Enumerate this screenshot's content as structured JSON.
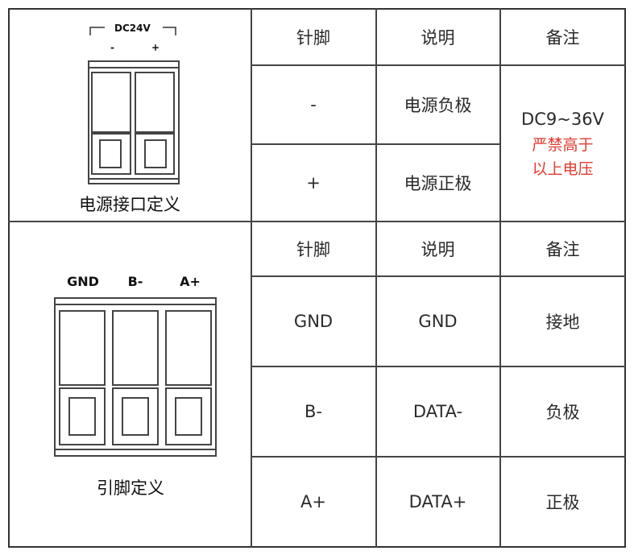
{
  "power": {
    "connector_label": "DC24V",
    "minus": "-",
    "plus": "+",
    "caption": "电源接口定义",
    "headers": [
      "针脚",
      "说明",
      "备注"
    ],
    "rows": [
      {
        "pin": "-",
        "desc": "电源负极"
      },
      {
        "pin": "+",
        "desc": "电源正极"
      }
    ],
    "note_main": "DC9~36V",
    "note_warn_1": "严禁高于",
    "note_warn_2": "以上电压",
    "warn_color": "#e03a2f"
  },
  "signal": {
    "pin_labels": [
      "GND",
      "B-",
      "A+"
    ],
    "caption": "引脚定义",
    "headers": [
      "针脚",
      "说明",
      "备注"
    ],
    "rows": [
      {
        "pin": "GND",
        "desc": "GND",
        "note": "接地"
      },
      {
        "pin": "B-",
        "desc": "DATA-",
        "note": "负极"
      },
      {
        "pin": "A+",
        "desc": "DATA+",
        "note": "正极"
      }
    ]
  }
}
